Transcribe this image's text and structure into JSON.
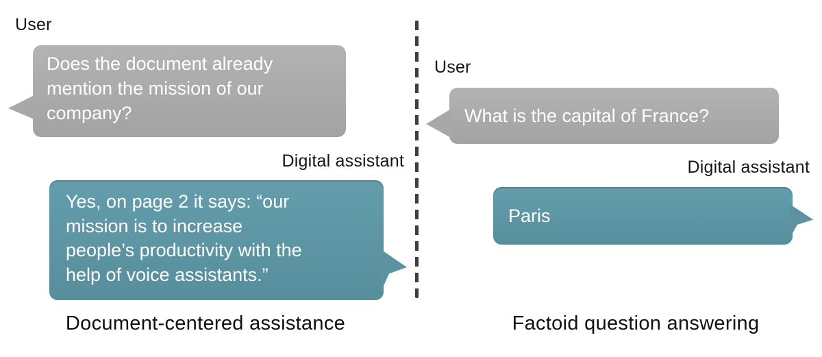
{
  "colors": {
    "background": "#ffffff",
    "user_bubble_gray": "#a9a9a9",
    "assistant_bubble_teal": "#5e98a6",
    "bubble_text": "#ffffff",
    "label_text": "#151515",
    "divider": "#3e3e3e"
  },
  "divider": {
    "style": "dashed-vertical-line"
  },
  "panels": [
    {
      "id": "document-centered-assistance",
      "user_label": "User",
      "user_message": "Does the document already\nmention the mission of our\ncompany?",
      "assistant_label": "Digital assistant",
      "assistant_message": "Yes, on page 2 it says: “our\nmission is to increase\npeople’s productivity with the\nhelp of voice assistants.”",
      "caption": "Document-centered assistance"
    },
    {
      "id": "factoid-question-answering",
      "user_label": "User",
      "user_message": "What is the capital of France?",
      "assistant_label": "Digital assistant",
      "assistant_message": "Paris",
      "caption": "Factoid question answering"
    }
  ]
}
